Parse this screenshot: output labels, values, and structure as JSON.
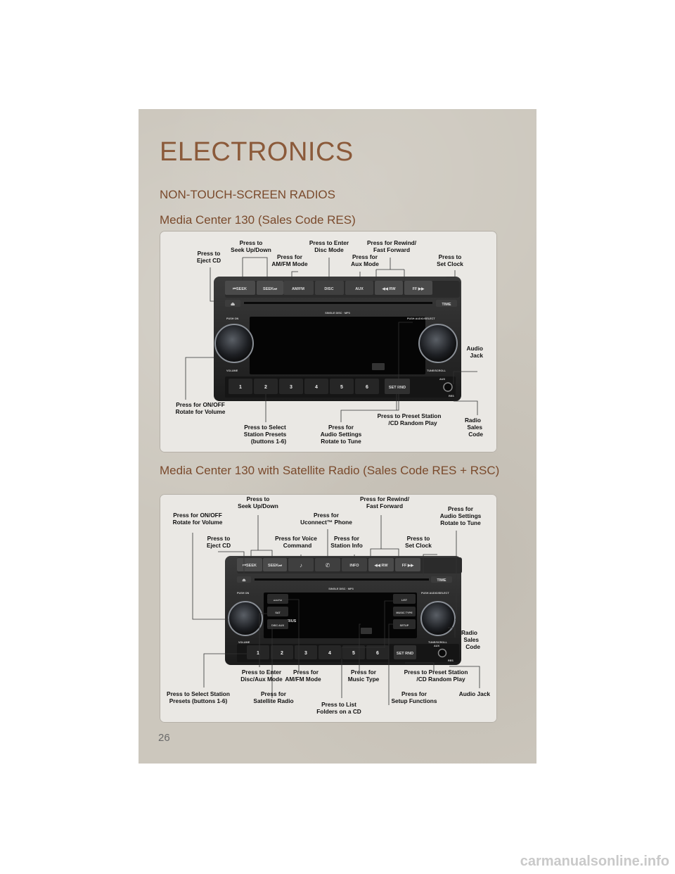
{
  "section_header": "ELECTRONICS",
  "title": "NON-TOUCH-SCREEN RADIOS",
  "page_number": "26",
  "watermark": "carmanualsonline.info",
  "diagram1": {
    "subtitle": "Media Center 130 (Sales Code RES)",
    "radio": {
      "buttons": {
        "seek_back": "⏮SEEK",
        "seek_fwd": "SEEK⏭",
        "amfm": "AM/FM",
        "disc": "DISC",
        "aux": "AUX",
        "rw": "◀◀ RW",
        "ff": "FF ▶▶",
        "time": "TIME"
      },
      "disc_label": "SINGLE DISC · MP3",
      "push_on": "PUSH ON",
      "push_audio": "PUSH AUDIO/SELECT",
      "volume": "VOLUME",
      "tune_scroll": "TUNE/SCROLL",
      "presets": [
        "1",
        "2",
        "3",
        "4",
        "5",
        "6"
      ],
      "setrnd": "SET RND",
      "aux_tag": "AUX",
      "res_tag": "RES"
    },
    "labels": {
      "seek": "Press to Seek Up/Down",
      "disc": "Press to Enter Disc Mode",
      "rewind": "Press for Rewind/ Fast Forward",
      "eject": "Press to Eject CD",
      "amfm": "Press for AM/FM Mode",
      "aux": "Press for Aux Mode",
      "clock": "Press to Set Clock",
      "audio_jack": "Audio Jack",
      "onoff": "Press for ON/OFF Rotate for Volume",
      "presets": "Press to Select Station Presets (buttons 1-6)",
      "audio": "Press for Audio Settings Rotate to Tune",
      "preset_station": "Press to Preset Station /CD Random Play",
      "radio_code": "Radio Sales Code"
    }
  },
  "diagram2": {
    "subtitle": "Media Center 130 with Satellite Radio (Sales Code RES + RSC)",
    "radio": {
      "buttons": {
        "seek_back": "⏮SEEK",
        "seek_fwd": "SEEK⏭",
        "info": "INFO",
        "rw": "◀◀ RW",
        "ff": "FF ▶▶",
        "time": "TIME"
      },
      "disc_label": "SINGLE DISC · MP3",
      "push_on": "PUSH ON",
      "push_audio": "PUSH AUDIO/SELECT",
      "volume": "VOLUME",
      "tune_scroll": "TUNE/SCROLL",
      "left_buttons": [
        "AM/FM",
        "SAT",
        "DISC AUX"
      ],
      "right_buttons": [
        "LIST",
        "MUSIC TYPE",
        "SETUP"
      ],
      "sirius": "SIRIUS",
      "presets": [
        "1",
        "2",
        "3",
        "4",
        "5",
        "6"
      ],
      "setrnd": "SET RND",
      "aux_tag": "AUX",
      "res_tag": "RES"
    },
    "labels": {
      "seek": "Press to Seek Up/Down",
      "rewind": "Press for Rewind/ Fast Forward",
      "onoff": "Press for ON/OFF Rotate for Volume",
      "uconnect": "Press for Uconnect™ Phone",
      "audio": "Press for Audio Settings Rotate to Tune",
      "eject": "Press to Eject CD",
      "voice": "Press for Voice Command",
      "info": "Press for Station Info",
      "clock": "Press to Set Clock",
      "radio_code": "Radio Sales Code",
      "enter": "Press to Enter Disc/Aux Mode",
      "amfm": "Press for AM/FM Mode",
      "music": "Press for Music Type",
      "preset_station": "Press to Preset Station /CD Random Play",
      "select_station": "Press to Select Station Presets (buttons 1-6)",
      "sat": "Press for Satellite Radio",
      "list": "Press to List Folders on a CD",
      "setup": "Press for Setup Functions",
      "audio_jack": "Audio Jack"
    }
  }
}
